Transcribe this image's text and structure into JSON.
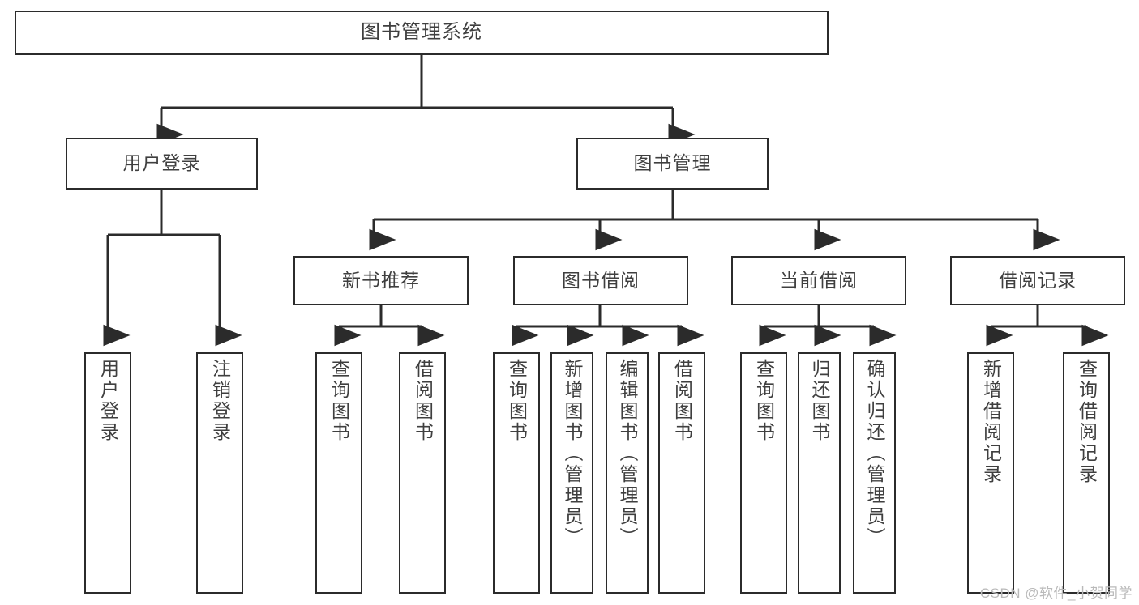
{
  "diagram": {
    "title": "图书管理系统",
    "type": "tree-hierarchy-chart",
    "colors": {
      "stroke": "#2b2b2b",
      "fill": "#ffffff",
      "text": "#3f3f3f",
      "watermark": "#b9b9b9"
    }
  },
  "nodes": {
    "root": {
      "label": "图书管理系统"
    },
    "level2": [
      {
        "label": "用户登录"
      },
      {
        "label": "图书管理"
      }
    ],
    "level3": [
      {
        "label": "新书推荐"
      },
      {
        "label": "图书借阅"
      },
      {
        "label": "当前借阅"
      },
      {
        "label": "借阅记录"
      }
    ],
    "leaves": {
      "user_login": [
        {
          "label": "用户登录"
        },
        {
          "label": "注销登录"
        }
      ],
      "new_book_recommend": [
        {
          "label": "查询图书"
        },
        {
          "label": "借阅图书"
        }
      ],
      "book_borrow": [
        {
          "label": "查询图书"
        },
        {
          "label": "新增图书（管理员）"
        },
        {
          "label": "编辑图书（管理员）"
        },
        {
          "label": "借阅图书"
        }
      ],
      "current_borrow": [
        {
          "label": "查询图书"
        },
        {
          "label": "归还图书"
        },
        {
          "label": "确认归还（管理员）"
        }
      ],
      "borrow_records": [
        {
          "label": "新增借阅记录"
        },
        {
          "label": "查询借阅记录"
        }
      ]
    }
  },
  "watermark": {
    "text": "CSDN @软件_小贺同学"
  }
}
